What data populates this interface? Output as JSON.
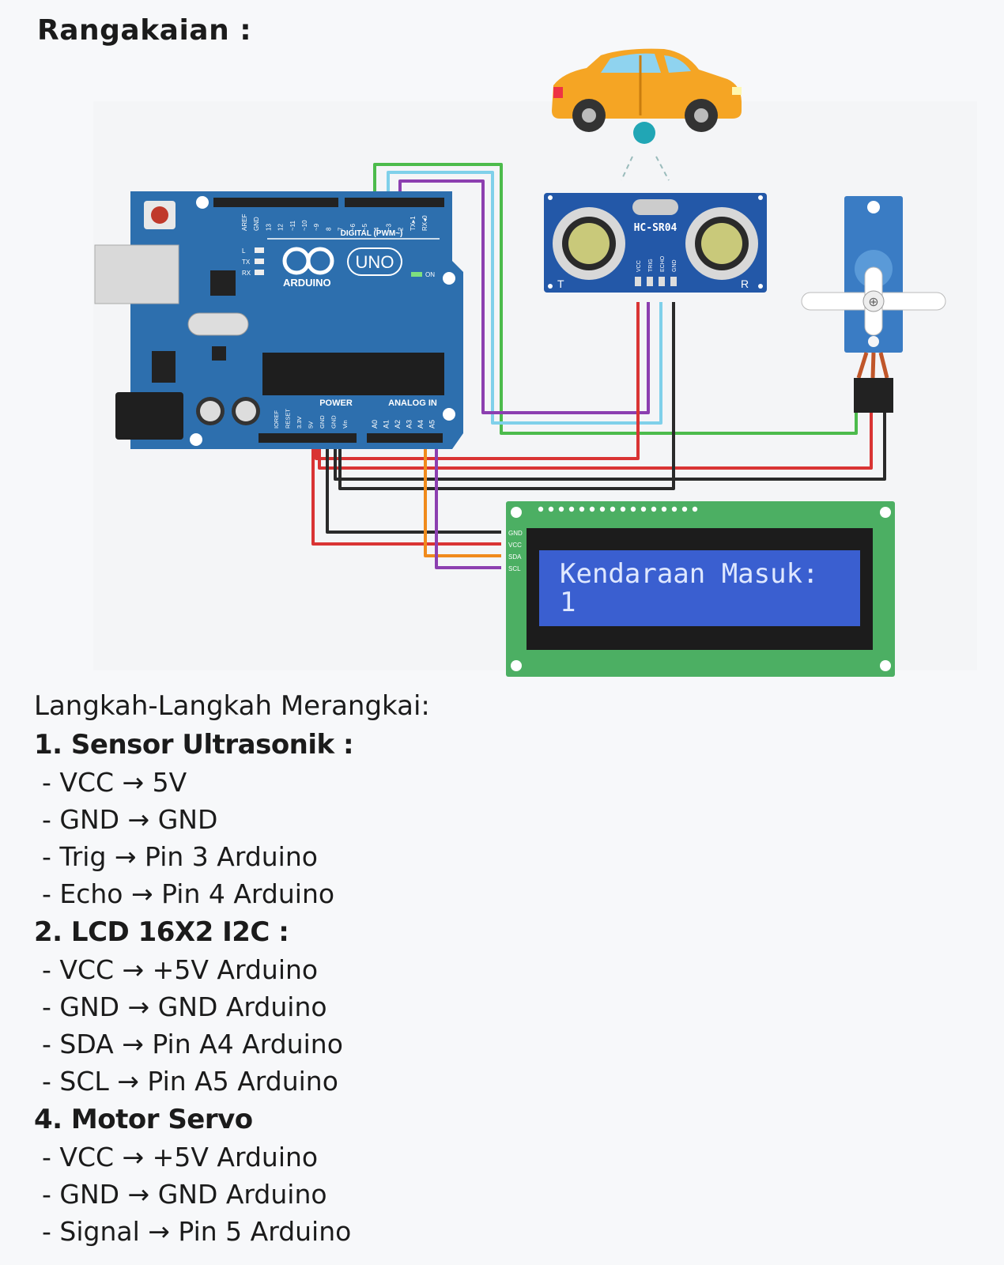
{
  "page": {
    "title": "Rangakaian :"
  },
  "diagram": {
    "arduino": {
      "brand": "ARDUINO",
      "model": "UNO",
      "digital_header": "DIGITAL (PWM~)",
      "power_header": "POWER",
      "analog_header": "ANALOG IN",
      "on_label": "ON",
      "digital_pins": [
        "AREF",
        "GND",
        "13",
        "12",
        "~11",
        "~10",
        "~9",
        "8",
        "7",
        "~6",
        "~5",
        "4",
        "~3",
        "2",
        "TX▸1",
        "RX◂0"
      ],
      "power_pins": [
        "IOREF",
        "RESET",
        "3.3V",
        "5V",
        "GND",
        "GND",
        "Vin"
      ],
      "analog_pins": [
        "A0",
        "A1",
        "A2",
        "A3",
        "A4",
        "A5"
      ],
      "led_labels": [
        "L",
        "TX",
        "RX"
      ]
    },
    "sensor": {
      "label": "HC-SR04",
      "pins": [
        "VCC",
        "TRIG",
        "ECHO",
        "GND"
      ],
      "left_mark": "T",
      "right_mark": "R"
    },
    "lcd": {
      "pins": [
        "GND",
        "VCC",
        "SDA",
        "SCL"
      ],
      "line1": "Kendaraan Masuk:",
      "line2": "1"
    },
    "colors": {
      "board": "#2d6fae",
      "sensor": "#2358a8",
      "servo": "#3a7cc4",
      "lcd_pcb": "#4caf63",
      "lcd_screen": "#3a5fd0",
      "car": "#f5a524",
      "wire_red": "#d93434",
      "wire_black": "#2a2a2a",
      "wire_green": "#4cbb4c",
      "wire_cyan": "#7fd0ea",
      "wire_purple": "#8c3fb0",
      "wire_orange": "#f08a1c"
    }
  },
  "steps": {
    "intro": "Langkah-Langkah Merangkai:",
    "sections": [
      {
        "heading": "1. Sensor Ultrasonik :",
        "items": [
          "- VCC → 5V",
          "- GND → GND",
          "- Trig → Pin 3 Arduino",
          "- Echo → Pin 4 Arduino"
        ]
      },
      {
        "heading": "2. LCD 16X2 I2C :",
        "items": [
          "- VCC → +5V Arduino",
          "- GND → GND Arduino",
          "- SDA → Pin A4 Arduino",
          "- SCL → Pin A5 Arduino"
        ]
      },
      {
        "heading": "4. Motor Servo",
        "items": [
          "- VCC → +5V Arduino",
          "- GND → GND Arduino",
          "- Signal → Pin 5 Arduino"
        ]
      }
    ]
  }
}
